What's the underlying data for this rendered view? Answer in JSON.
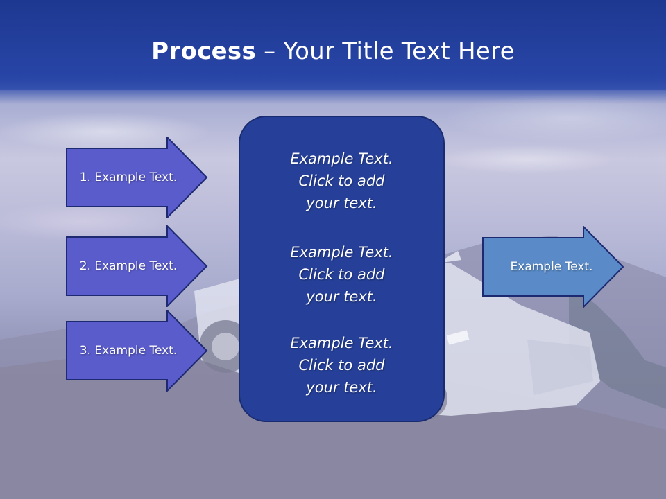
{
  "header": {
    "title_bold": "Process",
    "title_rest": " – Your Title Text Here"
  },
  "left_arrows": [
    {
      "label": "1. Example Text."
    },
    {
      "label": "2. Example Text."
    },
    {
      "label": "3. Example Text."
    }
  ],
  "center_box": {
    "blocks": [
      {
        "line1": "Example Text.",
        "line2": "Click  to add",
        "line3": "your text."
      },
      {
        "line1": "Example Text.",
        "line2": "Click  to add",
        "line3": "your text."
      },
      {
        "line1": "Example Text.",
        "line2": "Click  to add",
        "line3": "your text."
      }
    ]
  },
  "right_arrow": {
    "label": "Example Text."
  },
  "colors": {
    "header": "#2643a3",
    "left_arrow_fill": "#5a5ccb",
    "center_box_fill": "#26409a",
    "right_arrow_fill": "#5a8bc8"
  }
}
